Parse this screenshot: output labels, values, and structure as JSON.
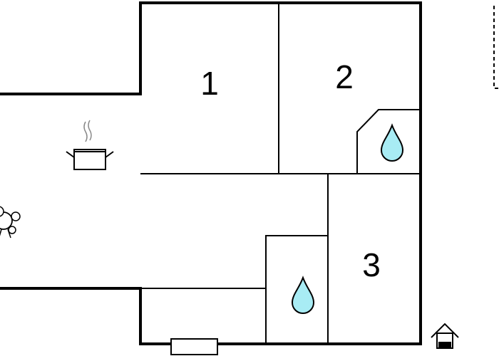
{
  "floorplan": {
    "rooms": [
      {
        "label": "1",
        "type": "bedroom"
      },
      {
        "label": "2",
        "type": "bedroom"
      },
      {
        "label": "3",
        "type": "bedroom"
      }
    ],
    "icons": {
      "kitchen": "cooking-pot-icon",
      "dining": "dining-table-icon",
      "bathroom": "water-drop-icon",
      "entrance": "house-entrance-icon"
    },
    "colors": {
      "wall": "#000000",
      "water": "#a8ecf4",
      "background": "#ffffff"
    }
  }
}
